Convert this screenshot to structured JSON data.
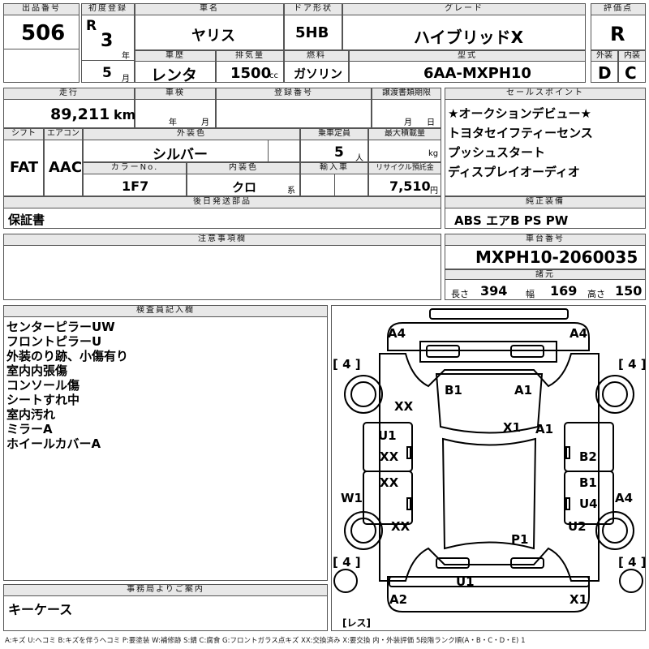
{
  "header": {
    "lot_label": "出品番号",
    "lot": "506",
    "first_reg_label": "初度登録",
    "era": "R",
    "year": "3",
    "year_unit": "年",
    "month": "5",
    "month_unit": "月",
    "car_name_label": "車名",
    "car_name": "ヤリス",
    "door_label": "ドア形状",
    "door": "5HB",
    "grade_label": "グレード",
    "grade": "ハイブリッドX",
    "score_label": "評価点",
    "score": "R",
    "history_label": "車歴",
    "history": "レンタ",
    "displacement_label": "排気量",
    "displacement": "1500",
    "displacement_unit": "cc",
    "fuel_label": "燃料",
    "fuel": "ガソリン",
    "model_label": "型式",
    "model": "6AA-MXPH10",
    "ext_label": "外装",
    "ext": "D",
    "int_label": "内装",
    "int": "C"
  },
  "row2": {
    "mileage_label": "走行",
    "mileage": "89,211",
    "mileage_unit": "km",
    "inspection_label": "車検",
    "insp_year": "年",
    "insp_month": "月",
    "reg_no_label": "登録番号",
    "transfer_label": "譲渡書類期限",
    "transfer_month": "月",
    "transfer_day": "日",
    "shift_label": "シフト",
    "shift": "FAT",
    "ac_label": "エアコン",
    "ac": "AAC",
    "ext_color_label": "外装色",
    "ext_color": "シルバー",
    "capacity_label": "乗車定員",
    "capacity": "5",
    "capacity_unit": "人",
    "max_load_label": "最大積載量",
    "max_load_unit": "kg",
    "color_no_label": "カラーNo.",
    "color_no": "1F7",
    "int_color_label": "内装色",
    "int_color": "クロ",
    "int_color_unit": "系",
    "import_label": "輸入車",
    "recycle_label": "リサイクル預託金",
    "recycle": "7,510",
    "recycle_unit": "円",
    "later_parts_label": "後日発送部品",
    "later_parts": "保証書"
  },
  "sales_points": {
    "label": "セールスポイント",
    "items": [
      "★オークションデビュー★",
      "トヨタセイフティーセンス",
      "プッシュスタート",
      "ディスプレイオーディオ"
    ]
  },
  "equipment": {
    "label": "純正装備",
    "value": "ABS エアB PS PW"
  },
  "notes": {
    "label": "注意事項欄"
  },
  "chassis": {
    "label": "車台番号",
    "value": "MXPH10-2060035"
  },
  "dims": {
    "label": "諸元",
    "length_label": "長さ",
    "length": "394",
    "width_label": "幅",
    "width": "169",
    "height_label": "高さ",
    "height": "150"
  },
  "inspector": {
    "label": "検査員記入欄",
    "items": [
      "センターピラーUW",
      "フロントピラーU",
      "外装のり跡、小傷有り",
      "室内内張傷",
      "コンソール傷",
      "シートすれ中",
      "室内汚れ",
      "ミラーA",
      "ホイールカバーA"
    ]
  },
  "office": {
    "label": "事務局よりご案内",
    "value": "キーケース"
  },
  "diagram": {
    "tire_fl": "[ 4 ]",
    "tire_fr": "[ 4 ]",
    "tire_rl": "[ 4 ]",
    "tire_rr": "[ 4 ]",
    "marks": [
      "A4",
      "A4",
      "B1",
      "A1",
      "XX",
      "X1",
      "A1",
      "U1",
      "XX",
      "B2",
      "XX",
      "B1",
      "U4",
      "W1",
      "A4",
      "XX",
      "U2",
      "P1",
      "U1",
      "A2",
      "X1"
    ],
    "rest": "[レス]"
  },
  "legend": "A:キズ U:ヘコミ B:キズを伴うヘコミ P:要塗装 W:補修跡 S:錆 C:腐食 G:フロントガラス点キズ XX:交換済み X:要交換 内・外装評価 5段階ランク順(A・B・C・D・E) 1"
}
